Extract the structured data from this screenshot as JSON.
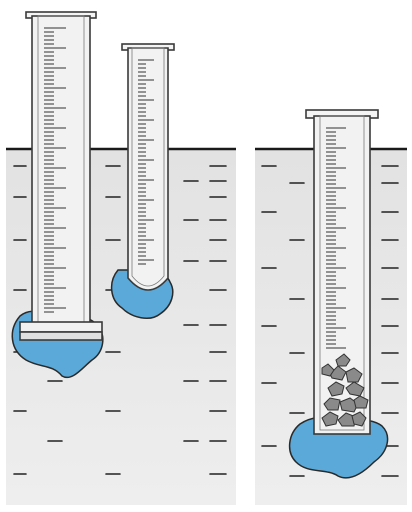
{
  "scene": {
    "panels": [
      {
        "name": "left-panel",
        "items": [
          "wide-graduated-cylinder",
          "narrow-graduated-cylinder",
          "blue-blob-wide",
          "blue-blob-narrow"
        ]
      },
      {
        "name": "right-panel",
        "items": [
          "graduated-cylinder-with-pebbles",
          "blue-blob-large",
          "pebbles"
        ]
      }
    ],
    "colors": {
      "water": "#e6e6e6",
      "water_line": "#1a1a1a",
      "glass": "#f4f4f4",
      "glass_outline": "#3a3a3a",
      "blue_liquid": "#5aa9d8",
      "pebble": "#8a8a8a",
      "dash": "#222222"
    }
  }
}
